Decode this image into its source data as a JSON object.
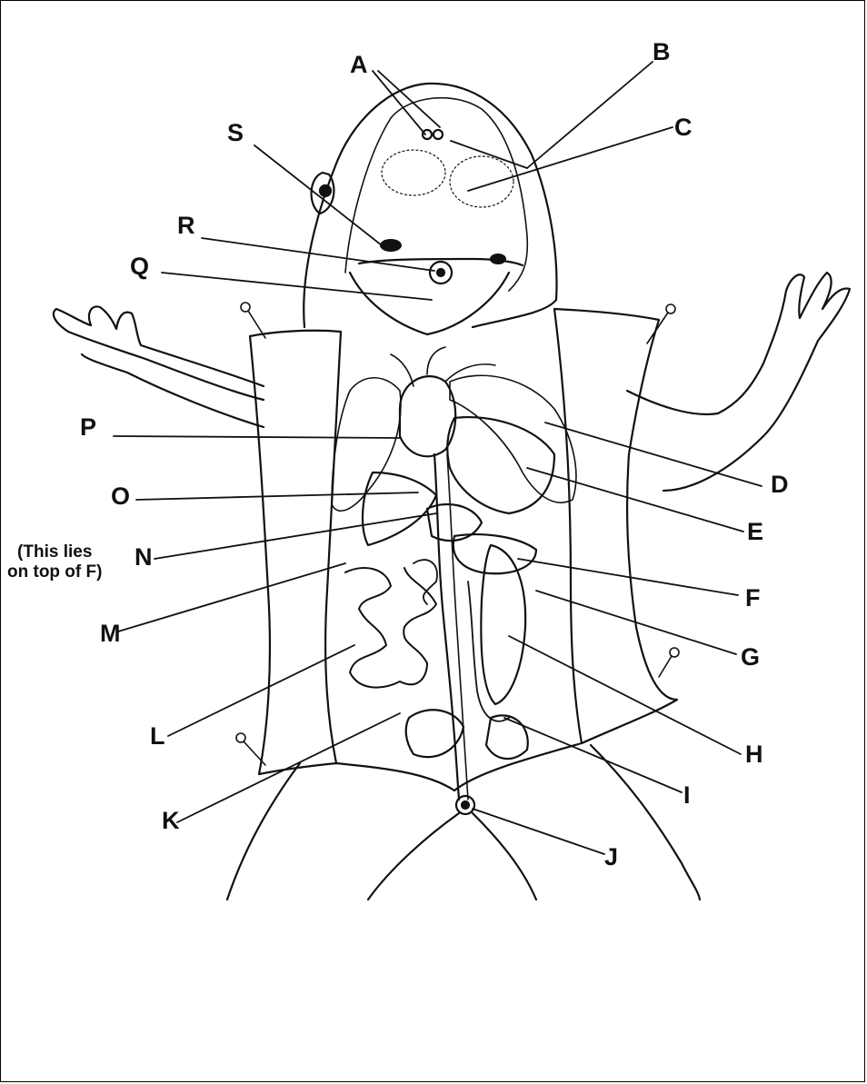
{
  "labels": {
    "A": "A",
    "B": "B",
    "C": "C",
    "D": "D",
    "E": "E",
    "F": "F",
    "G": "G",
    "H": "H",
    "I": "I",
    "J": "J",
    "K": "K",
    "L": "L",
    "M": "M",
    "N": "N",
    "O": "O",
    "P": "P",
    "Q": "Q",
    "R": "R",
    "S": "S"
  },
  "note": {
    "line1": "(This lies",
    "line2": "on top of F)"
  },
  "colors": {
    "ink": "#111111",
    "background": "#ffffff"
  }
}
